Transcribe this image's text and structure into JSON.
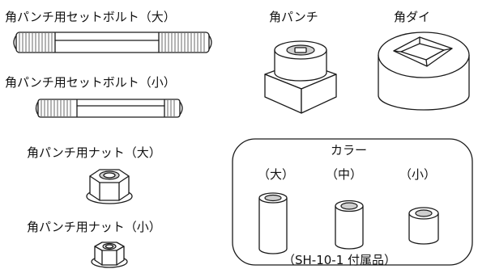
{
  "labels": {
    "set_bolt_large": "角パンチ用セットボルト（大）",
    "set_bolt_small": "角パンチ用セットボルト（小）",
    "nut_large": "角パンチ用ナット（大）",
    "nut_small": "角パンチ用ナット（小）",
    "square_punch": "角パンチ",
    "square_die": "角ダイ"
  },
  "collar_box": {
    "title": "カラー",
    "sizes": [
      "（大）",
      "（中）",
      "（小）"
    ],
    "note": "（SH-10-1 付属品）"
  }
}
